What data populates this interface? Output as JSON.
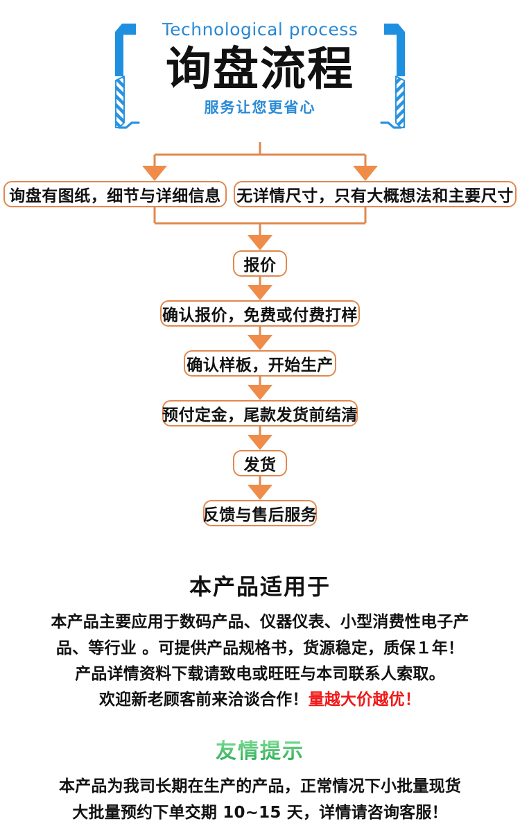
{
  "header": {
    "eyebrow": "Technological process",
    "title": "询盘流程",
    "subtitle": "服务让您更省心",
    "accent_color": "#1f8fe0",
    "bracket_color": "#1f8fe0"
  },
  "flow": {
    "box_border_color": "#e0884e",
    "arrow_color": "#ef8c4a",
    "line_color": "#e0884e",
    "branch": [
      {
        "label": "询盘有图纸，细节与详细信息"
      },
      {
        "label": "无详情尺寸，只有大概想法和主要尺寸"
      }
    ],
    "steps": [
      {
        "label": "报价"
      },
      {
        "label": "确认报价，免费或付费打样"
      },
      {
        "label": "确认样板，开始生产"
      },
      {
        "label": "预付定金，尾款发货前结清"
      },
      {
        "label": "发货"
      },
      {
        "label": "反馈与售后服务"
      }
    ]
  },
  "applies": {
    "heading": "本产品适用于",
    "lines": [
      "本产品主要应用于数码产品、仪器仪表、小型消费性电子产",
      "品、等行业 。可提供产品规格书，货源稳定，质保１年！",
      "产品详情资料下载请致电或旺旺与本司联系人索取。"
    ],
    "last_line_prefix": "欢迎新老顾客前来洽谈合作！",
    "last_line_highlight": "量越大价越优！",
    "highlight_color": "#f01818"
  },
  "tips": {
    "heading": "友情提示",
    "heading_color": "#34b357",
    "lines": [
      "本产品为我司长期在生产的产品，正常情况下小批量现货",
      "大批量预约下单交期 10~15 天，详情请咨询客服！"
    ]
  }
}
